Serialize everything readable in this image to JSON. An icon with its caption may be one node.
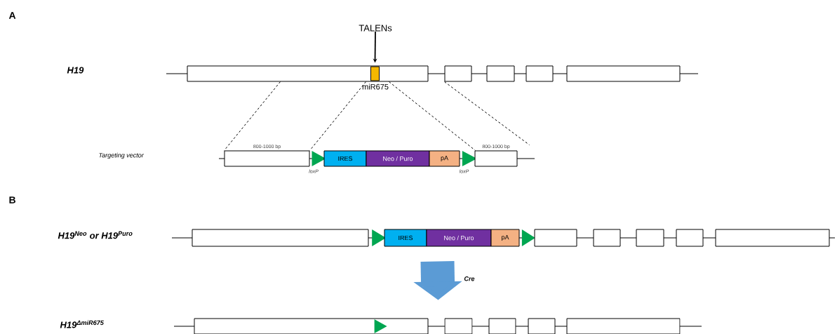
{
  "diagram": {
    "nodes": [
      {
        "text": [
          "TALENs"
        ]
      },
      {
        "text": [],
        "shape": "box"
      },
      {
        "text": [],
        "shape": "box",
        "in": 1,
        "beside": [
          "miR675"
        ]
      },
      {
        "text": [],
        "shape": "box"
      },
      {
        "text": [],
        "shape": "box"
      },
      {
        "text": [],
        "shape": "box"
      },
      {
        "text": [],
        "shape": "box"
      },
      {
        "text": [],
        "shape": "box",
        "beside": [
          "800-1000 bp"
        ]
      },
      {
        "text": [],
        "shape": "triangle",
        "beside": [
          "loxP"
        ]
      },
      {
        "text": [
          "IRES"
        ]
      },
      {
        "text": [
          "Neo / Puro"
        ]
      },
      {
        "text": [
          "pA"
        ]
      },
      {
        "text": [],
        "shape": "triangle",
        "beside": [
          "loxP"
        ]
      },
      {
        "text": [],
        "shape": "box",
        "beside": [
          "800-1000 bp"
        ]
      },
      {
        "text": [],
        "shape": "box"
      },
      {
        "text": [],
        "shape": "triangle"
      },
      {
        "text": [
          "IRES"
        ]
      },
      {
        "text": [
          "Neo / Puro"
        ]
      },
      {
        "text": [
          "pA"
        ]
      },
      {
        "text": [],
        "shape": "triangle"
      },
      {
        "text": [],
        "shape": "box"
      },
      {
        "text": [],
        "shape": "box"
      },
      {
        "text": [],
        "shape": "box"
      },
      {
        "text": [],
        "shape": "box"
      },
      {
        "text": [],
        "shape": "box"
      },
      {
        "text": [],
        "shape": "box"
      },
      {
        "text": [],
        "shape": "triangle",
        "in": 25
      },
      {
        "text": [],
        "shape": "box"
      },
      {
        "text": [],
        "shape": "box"
      },
      {
        "text": [],
        "shape": "box"
      },
      {
        "text": [],
        "shape": "box"
      }
    ],
    "edges": [
      {
        "from": 0,
        "to": 2,
        "arrow": "to"
      },
      {
        "from": 1,
        "to": 7,
        "arrow": "none",
        "style": "dashed"
      },
      {
        "from": 1,
        "to": 7,
        "arrow": "none",
        "style": "dashed"
      },
      {
        "from": 1,
        "to": 13,
        "arrow": "none",
        "style": "dashed"
      },
      {
        "from": 3,
        "to": 13,
        "arrow": "none",
        "style": "dashed"
      },
      {
        "from": 17,
        "to": 25,
        "arrow": "to",
        "style": "thick",
        "color": "#5b9bd5",
        "label": "Cre"
      }
    ],
    "labels": [
      "A",
      "H19",
      "Targeting vector",
      "B",
      "H19$^{Neo}$ or H19$^{Puro}$",
      "H19$^{ΔmiR675}$"
    ]
  }
}
